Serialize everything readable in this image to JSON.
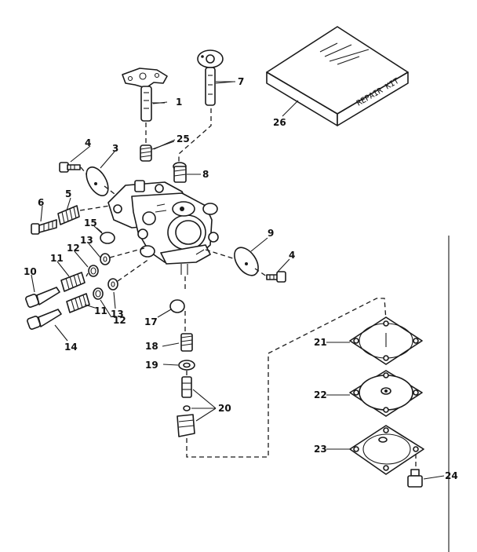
{
  "labels": {
    "p1": "1",
    "p3": "3",
    "p4a": "4",
    "p4b": "4",
    "p5": "5",
    "p6": "6",
    "p7": "7",
    "p8": "8",
    "p9": "9",
    "p10": "10",
    "p11a": "11",
    "p11b": "11",
    "p12a": "12",
    "p12b": "12",
    "p13a": "13",
    "p13b": "13",
    "p14": "14",
    "p15": "15",
    "p17": "17",
    "p18": "18",
    "p19": "19",
    "p20": "20",
    "p21": "21",
    "p22": "22",
    "p23": "23",
    "p24": "24",
    "p25": "25",
    "p26": "26"
  },
  "repair_kit_text": "REPAIR KIT"
}
